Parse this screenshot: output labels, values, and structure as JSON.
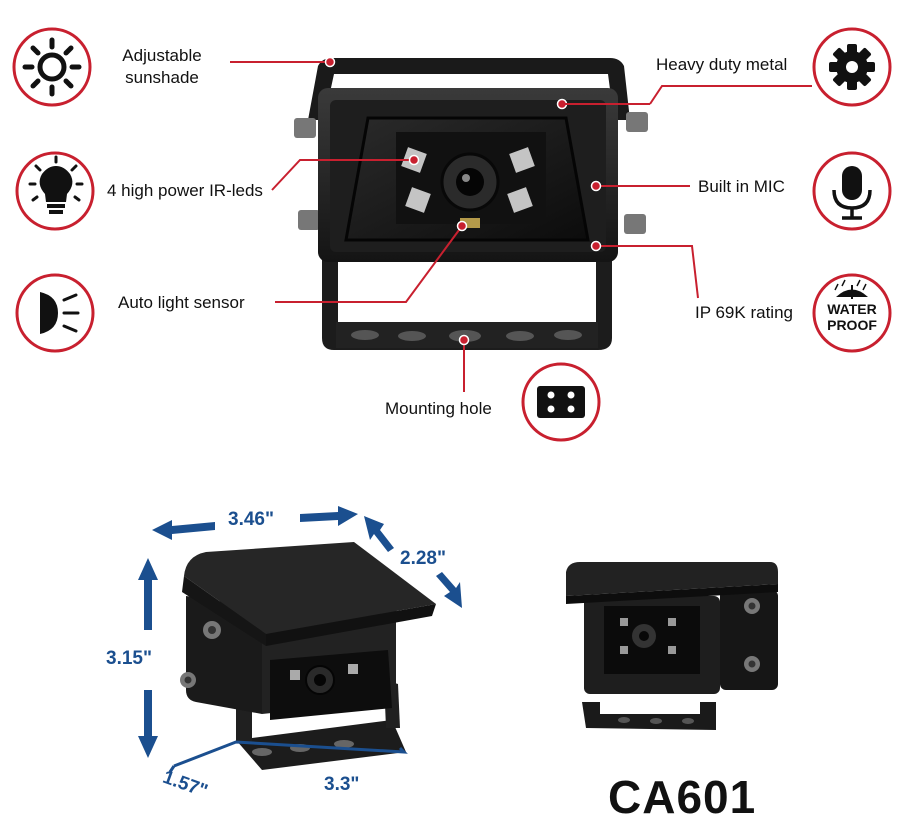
{
  "colors": {
    "accent": "#c8202f",
    "dimension": "#1b4f8f",
    "icon": "#111111"
  },
  "features": {
    "sunshade": {
      "label": "Adjustable\nsunshade",
      "icon": "sun-icon"
    },
    "ir_leds": {
      "label": "4 high power IR-leds",
      "icon": "lightbulb-icon"
    },
    "light_sensor": {
      "label": "Auto light sensor",
      "icon": "headlight-icon"
    },
    "mounting": {
      "label": "Mounting hole",
      "icon": "mounting-holes-icon"
    },
    "metal": {
      "label": "Heavy duty metal",
      "icon": "gear-icon"
    },
    "mic": {
      "label": "Built in MIC",
      "icon": "microphone-icon"
    },
    "ip_rating": {
      "label": "IP 69K rating",
      "icon": "waterproof-icon"
    }
  },
  "waterproof_badge": {
    "line1": "WATER",
    "line2": "PROOF"
  },
  "dimensions": {
    "width": "3.46\"",
    "depth": "2.28\"",
    "height": "3.15\"",
    "base_depth": "1.57\"",
    "base_width": "3.3\""
  },
  "model": "CA601"
}
